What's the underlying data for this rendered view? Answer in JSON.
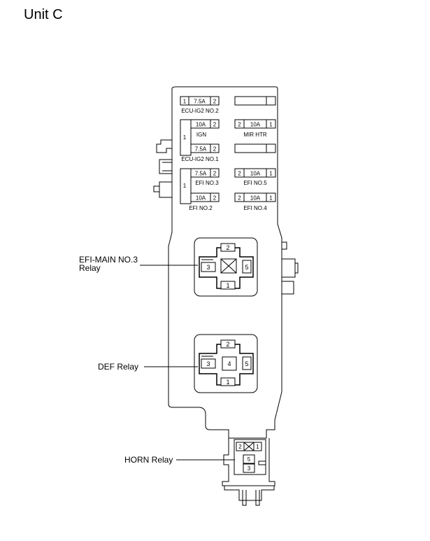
{
  "title": "Unit C",
  "fuses": {
    "ecu_ig2_no2": {
      "left": "1",
      "rating": "7.5A",
      "right": "2",
      "name": "ECU-IG2 NO.2"
    },
    "ign": {
      "rating": "10A",
      "right": "2",
      "name": "IGN"
    },
    "ecu_ig2_no1": {
      "rating": "7.5A",
      "right": "2",
      "name": "ECU-IG2 NO.1"
    },
    "shared_left_top": "1",
    "mir_htr": {
      "left": "2",
      "rating": "10A",
      "right": "1",
      "name": "MIR HTR"
    },
    "efi_no3": {
      "rating": "7.5A",
      "right": "2",
      "name": "EFI NO.3"
    },
    "efi_no2": {
      "rating": "10A",
      "right": "2",
      "name": "EFI NO.2"
    },
    "shared_left_bottom": "1",
    "efi_no5": {
      "left": "2",
      "rating": "10A",
      "right": "1",
      "name": "EFI NO.5"
    },
    "efi_no4": {
      "left": "2",
      "rating": "10A",
      "right": "1",
      "name": "EFI NO.4"
    }
  },
  "relays": {
    "efi_main_no3": {
      "label": "EFI-MAIN NO.3\nRelay",
      "line1": "EFI-MAIN NO.3",
      "line2": "Relay",
      "pin_top": "2",
      "pin_left": "3",
      "pin_right": "5",
      "pin_bottom": "1"
    },
    "def": {
      "label": "DEF Relay",
      "pin_top": "2",
      "pin_left": "3",
      "pin_center": "4",
      "pin_right": "5",
      "pin_bottom": "1"
    },
    "horn": {
      "label": "HORN Relay",
      "pin_left": "2",
      "pin_right": "1",
      "pin_mid": "5",
      "pin_bottom": "3"
    }
  }
}
